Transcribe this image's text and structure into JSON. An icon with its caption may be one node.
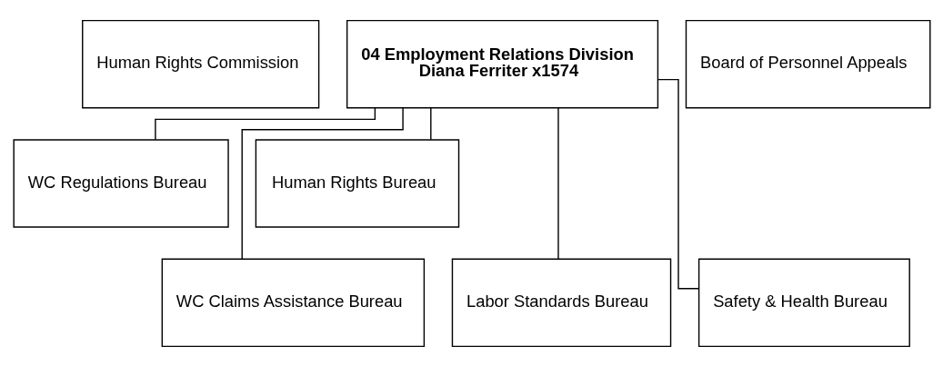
{
  "diagram": {
    "nodes": [
      {
        "text": [
          "Human Rights Commission"
        ]
      },
      {
        "text": [
          "04 Employment Relations Division",
          "Diana Ferriter x1574"
        ]
      },
      {
        "text": [
          "Board of Personnel Appeals"
        ]
      },
      {
        "text": [
          "WC Regulations Bureau"
        ]
      },
      {
        "text": [
          "Human Rights Bureau"
        ]
      },
      {
        "text": [
          "WC Claims Assistance Bureau"
        ]
      },
      {
        "text": [
          "Labor Standards Bureau"
        ]
      },
      {
        "text": [
          "Safety & Health Bureau"
        ]
      }
    ],
    "edges": [
      {
        "from": 1,
        "to": 3,
        "arrow": "none"
      },
      {
        "from": 1,
        "to": 4,
        "arrow": "none"
      },
      {
        "from": 1,
        "to": 5,
        "arrow": "none"
      },
      {
        "from": 1,
        "to": 6,
        "arrow": "none"
      },
      {
        "from": 1,
        "to": 7,
        "arrow": "none"
      }
    ]
  }
}
